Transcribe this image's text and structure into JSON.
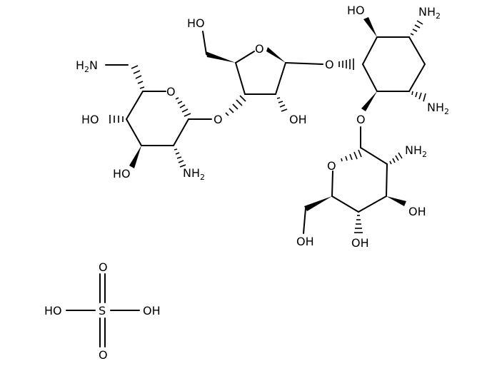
{
  "diagram": {
    "type": "chemical-structure",
    "name_hint": "aminoglycoside sulfate (structure drawing)",
    "background": "#ffffff",
    "ink_color": "#000000",
    "labels": {
      "h2n_left": "H2N",
      "ho_ring1_c4": "HO",
      "ho_ring1_c3": "HO",
      "nh2_ring1_c2": "NH2",
      "o_ring1": "O",
      "o_link_ring1_ring2": "O",
      "ho_ch2_ring2": "HO",
      "o_ring2": "O",
      "oh_ring2": "OH",
      "o_link_ring2_ring3": "O",
      "ho_ring3": "HO",
      "nh2_ring3_top": "NH2",
      "nh2_ring3_bottom": "NH2",
      "o_link_ring3_ring4": "O",
      "o_ring4": "O",
      "nh2_ring4": "NH2",
      "oh_ring4_c3": "OH",
      "oh_ring4_c4": "OH",
      "oh_ring4_ch2": "OH",
      "sulfate_ho": "HO",
      "sulfate_s": "S",
      "sulfate_oh": "OH",
      "sulfate_o_top": "O",
      "sulfate_o_bottom": "O"
    },
    "components": [
      {
        "id": "ring1",
        "kind": "pyranose",
        "substituents": [
          "CH2NH2",
          "OH",
          "OH",
          "NH2"
        ]
      },
      {
        "id": "ring2",
        "kind": "furanose",
        "substituents": [
          "CH2OH",
          "OH"
        ]
      },
      {
        "id": "ring3",
        "kind": "cyclohexane (2-deoxystreptamine)",
        "substituents": [
          "OH",
          "NH2",
          "NH2"
        ]
      },
      {
        "id": "ring4",
        "kind": "pyranose",
        "substituents": [
          "NH2",
          "OH",
          "OH",
          "CH2OH"
        ]
      },
      {
        "id": "counterion",
        "kind": "sulfuric acid",
        "formula": "H2SO4"
      }
    ]
  }
}
